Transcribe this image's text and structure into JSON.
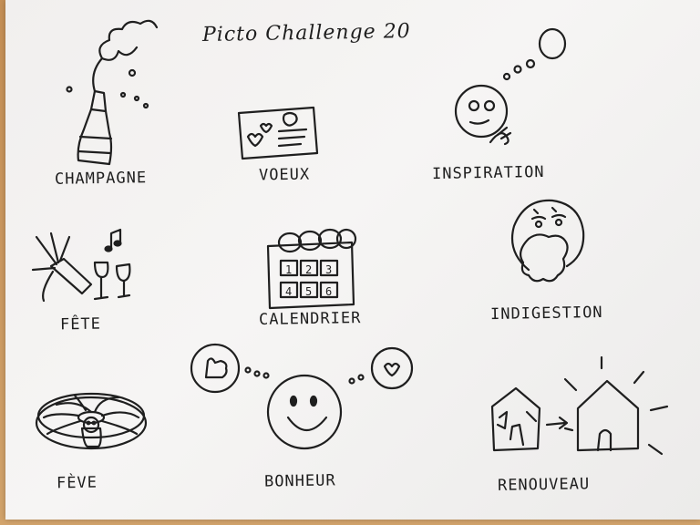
{
  "title": "Picto Challenge 20",
  "items": [
    {
      "label": "CHAMPAGNE",
      "icon": "champagne-bottle-icon"
    },
    {
      "label": "VOEUX",
      "icon": "greeting-card-icon"
    },
    {
      "label": "INSPIRATION",
      "icon": "thinking-face-icon"
    },
    {
      "label": "FÊTE",
      "icon": "party-glasses-icon"
    },
    {
      "label": "CALENDRIER",
      "icon": "calendar-icon"
    },
    {
      "label": "INDIGESTION",
      "icon": "sick-face-icon"
    },
    {
      "label": "FÈVE",
      "icon": "galette-cake-icon"
    },
    {
      "label": "BONHEUR",
      "icon": "happy-face-icon"
    },
    {
      "label": "RENOUVEAU",
      "icon": "house-renewal-icon"
    }
  ],
  "calendar_numbers": [
    "1",
    "2",
    "3",
    "4",
    "5",
    "6"
  ],
  "colors": {
    "paper": "#f3f2f1",
    "background": "#c89a62",
    "ink": "#1f1f1f"
  }
}
